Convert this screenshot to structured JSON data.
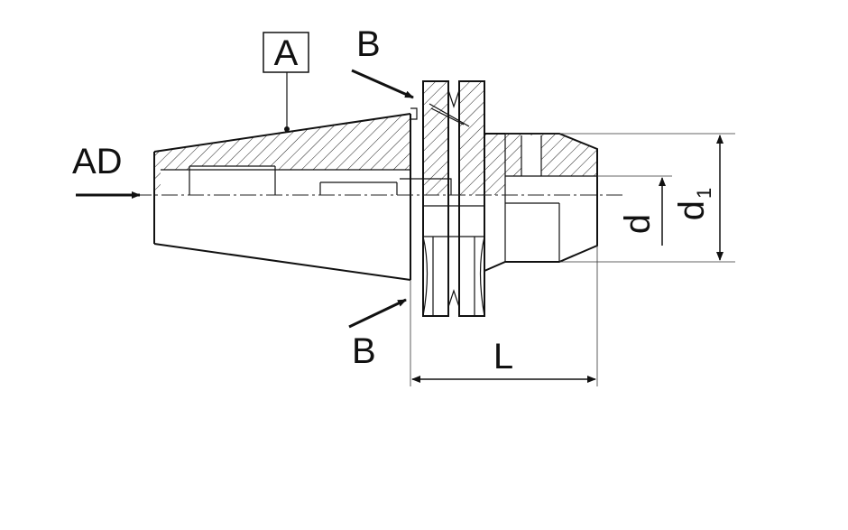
{
  "labels": {
    "ad": "AD",
    "a": "A",
    "b_top": "B",
    "b_bottom": "B",
    "length": "L",
    "bore_diameter": "d",
    "outer_diameter_base": "d",
    "outer_diameter_sub": "1"
  }
}
